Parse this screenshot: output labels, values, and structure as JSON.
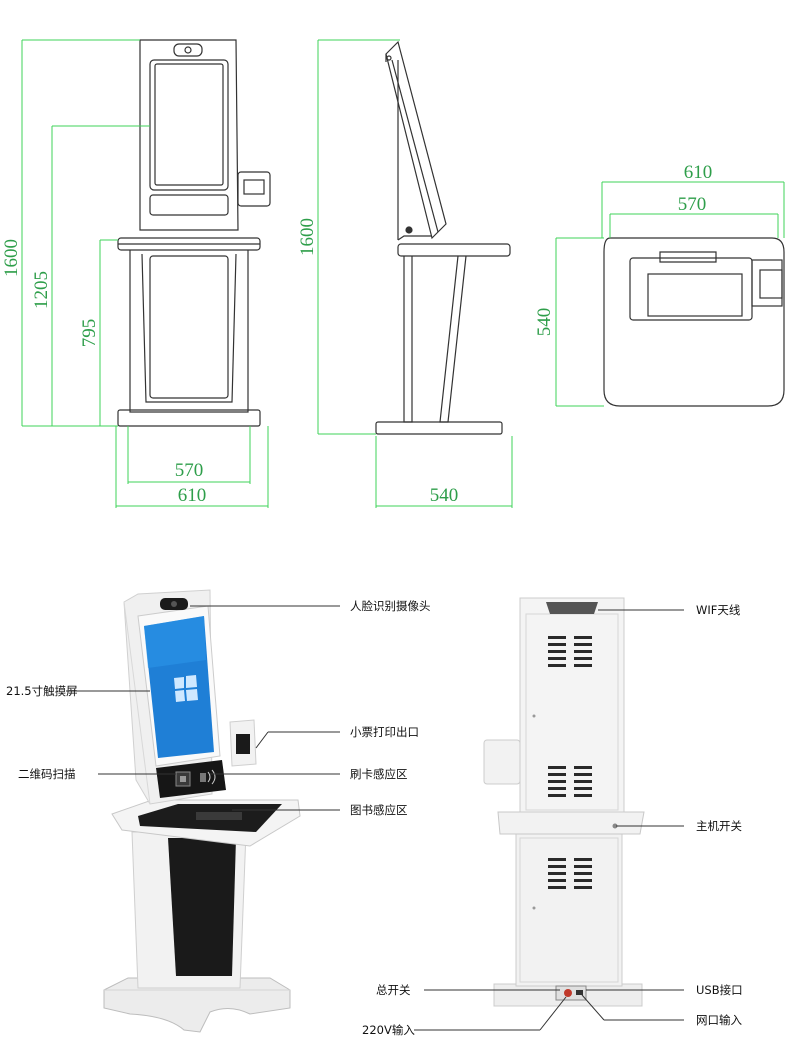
{
  "colors": {
    "dimension_line": "#3fd35a",
    "dimension_text": "#2e9e4a",
    "outline": "#333333",
    "screen_blue": "#1f7fd6",
    "dark_panel": "#1a1a1a",
    "body_white": "#f4f4f4"
  },
  "front_view": {
    "heights": [
      "1600",
      "1205",
      "795"
    ],
    "widths": [
      "570",
      "610"
    ]
  },
  "side_view": {
    "height": "1600",
    "depth": "540"
  },
  "top_view": {
    "widths": [
      "610",
      "570"
    ],
    "depth": "540"
  },
  "callouts_front": {
    "face_camera": "人脸识别摄像头",
    "touchscreen": "21.5寸触摸屏",
    "receipt_printer": "小票打印出口",
    "qr_scan": "二维码扫描",
    "card_reader": "刷卡感应区",
    "book_reader": "图书感应区"
  },
  "callouts_back": {
    "wifi_antenna": "WIF天线",
    "host_switch": "主机开关",
    "main_switch": "总开关",
    "usb_port": "USB接口",
    "power_input": "220V输入",
    "network_input": "网口输入"
  },
  "icons": [
    "windows-logo-icon",
    "qr-scanner-icon",
    "card-wave-icon"
  ]
}
